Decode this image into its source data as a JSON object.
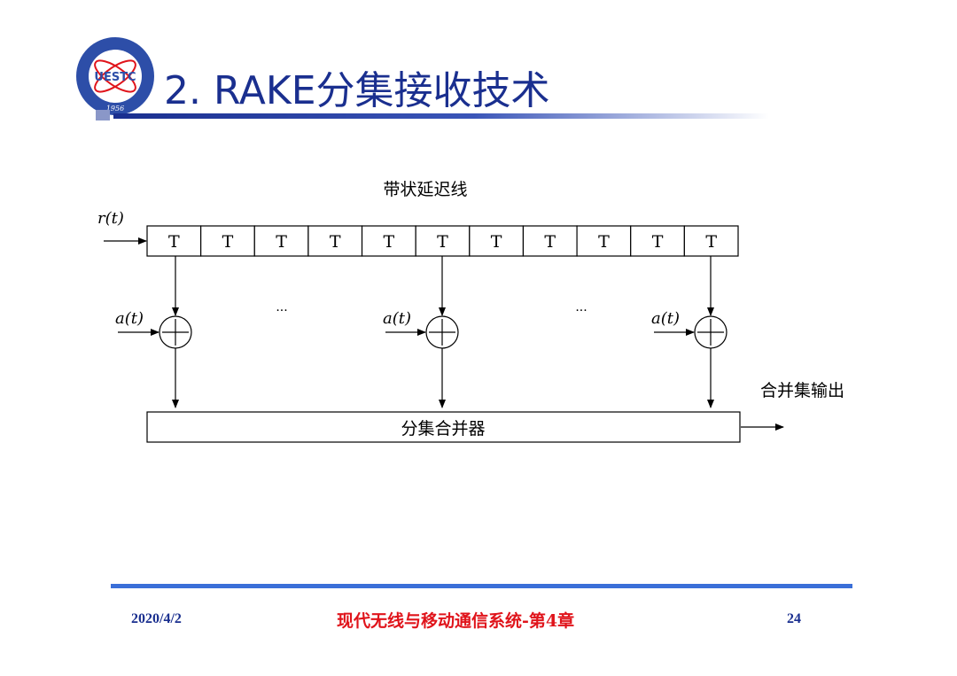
{
  "slide": {
    "title": "2. RAKE分集接收技术",
    "logo_text": "UESTC",
    "logo_year": "1956"
  },
  "diagram": {
    "delay_line_label": "带状延迟线",
    "input_label": "r(t)",
    "tap_label": "T",
    "tap_count": 11,
    "coef_label": "a(t)",
    "ellipsis": "···",
    "output_label": "合并集输出",
    "combiner_label": "分集合并器"
  },
  "footer": {
    "date": "2020/4/2",
    "course": "现代无线与移动通信系统-第4章",
    "page": "24"
  },
  "colors": {
    "title": "#1a2f8f",
    "footer_line": "#3a6fd8",
    "footer_center": "#e0141b"
  }
}
